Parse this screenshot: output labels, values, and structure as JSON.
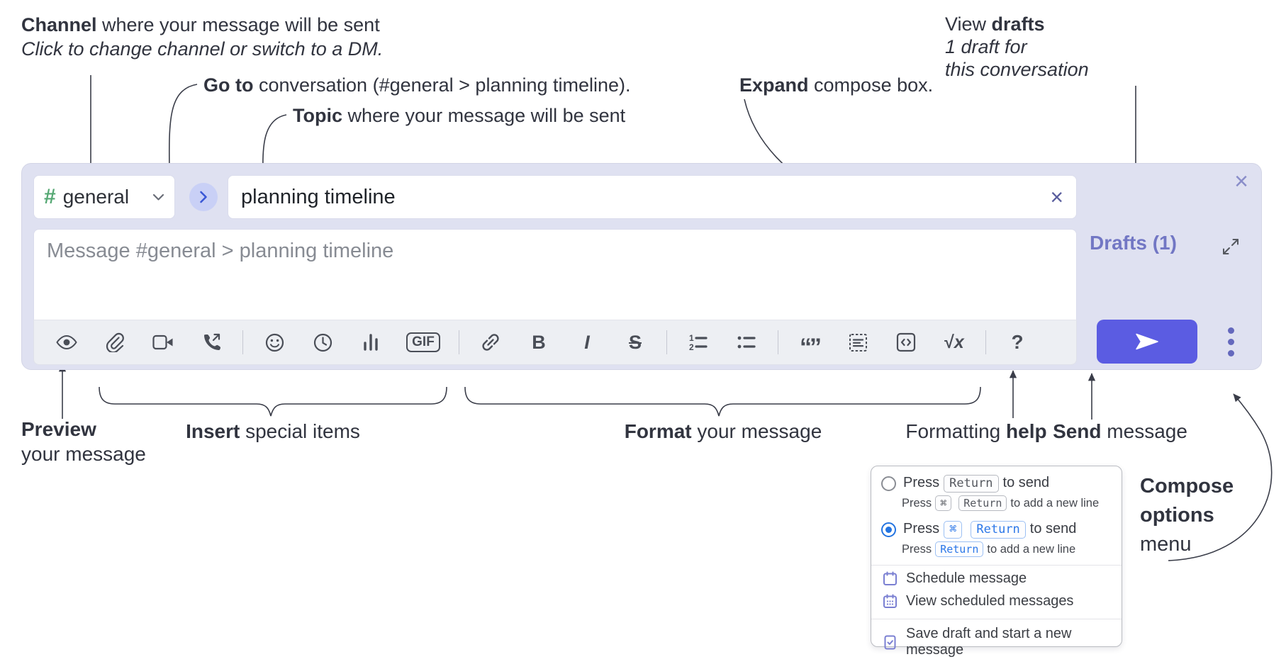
{
  "colors": {
    "compose_bg": "#dfe1f1",
    "send_button": "#5b5ce2",
    "drafts_link": "#7277c4",
    "hash_green": "#55a873",
    "radio_blue": "#2374e1",
    "menu_icon_purple": "#7a7fd2",
    "annotation_text": "#31343f"
  },
  "annotations": {
    "channel": {
      "bold": "Channel",
      "rest": " where your message will be sent",
      "line2": "Click to change channel or switch to a DM."
    },
    "goto": {
      "bold": "Go to",
      "rest": " conversation (#general > planning timeline)."
    },
    "topic": {
      "bold": "Topic",
      "rest": " where your message will be sent"
    },
    "expand": {
      "bold": "Expand",
      "rest": " compose box."
    },
    "view_drafts": {
      "line1_pre": "View ",
      "line1_bold": "drafts",
      "line2": "1 draft for",
      "line3": "this conversation"
    },
    "preview": {
      "bold": "Preview",
      "line2": "your message"
    },
    "insert": {
      "bold": "Insert",
      "rest": " special items"
    },
    "format": {
      "bold": "Format",
      "rest": " your message"
    },
    "help": {
      "pre": "Formatting ",
      "bold": "help"
    },
    "send": {
      "bold": "Send",
      "rest": " message"
    },
    "compose_menu": {
      "line1": "Compose",
      "line2": "options",
      "line3": "menu"
    }
  },
  "compose": {
    "channel_hash": "#",
    "channel_name": "general",
    "topic_value": "planning timeline",
    "clear_icon": "×",
    "close_icon": "×",
    "message_placeholder": "Message #general > planning timeline",
    "drafts_label": "Drafts (1)",
    "toolbar_labels": {
      "gif": "GIF",
      "bold": "B",
      "italic": "I",
      "strike": "S",
      "ol1": "1",
      "ol2": "2",
      "quote": "“”",
      "root": "√",
      "var": "x",
      "help": "?"
    },
    "toolbar_icon_names": [
      "preview-eye",
      "attach-paperclip",
      "video",
      "audio-call",
      "emoji",
      "schedule-clock",
      "poll-chart",
      "gif",
      "link",
      "bold",
      "italic",
      "strikethrough",
      "ordered-list",
      "bulleted-list",
      "quote",
      "text-block",
      "code-snippet",
      "formula",
      "formatting-help"
    ]
  },
  "popup": {
    "option1": {
      "press": "Press",
      "key1": "Return",
      "suffix": "to send",
      "sub": {
        "press": "Press",
        "key1": "⌘",
        "key2": "Return",
        "suffix": "to add a new line"
      }
    },
    "option2": {
      "press": "Press",
      "key1": "⌘",
      "key2": "Return",
      "suffix": "to send",
      "sub": {
        "press": "Press",
        "key1": "Return",
        "suffix": "to add a new line"
      }
    },
    "items": [
      {
        "label": "Schedule message"
      },
      {
        "label": "View scheduled messages"
      },
      {
        "label": "Save draft and start a new message"
      }
    ]
  }
}
